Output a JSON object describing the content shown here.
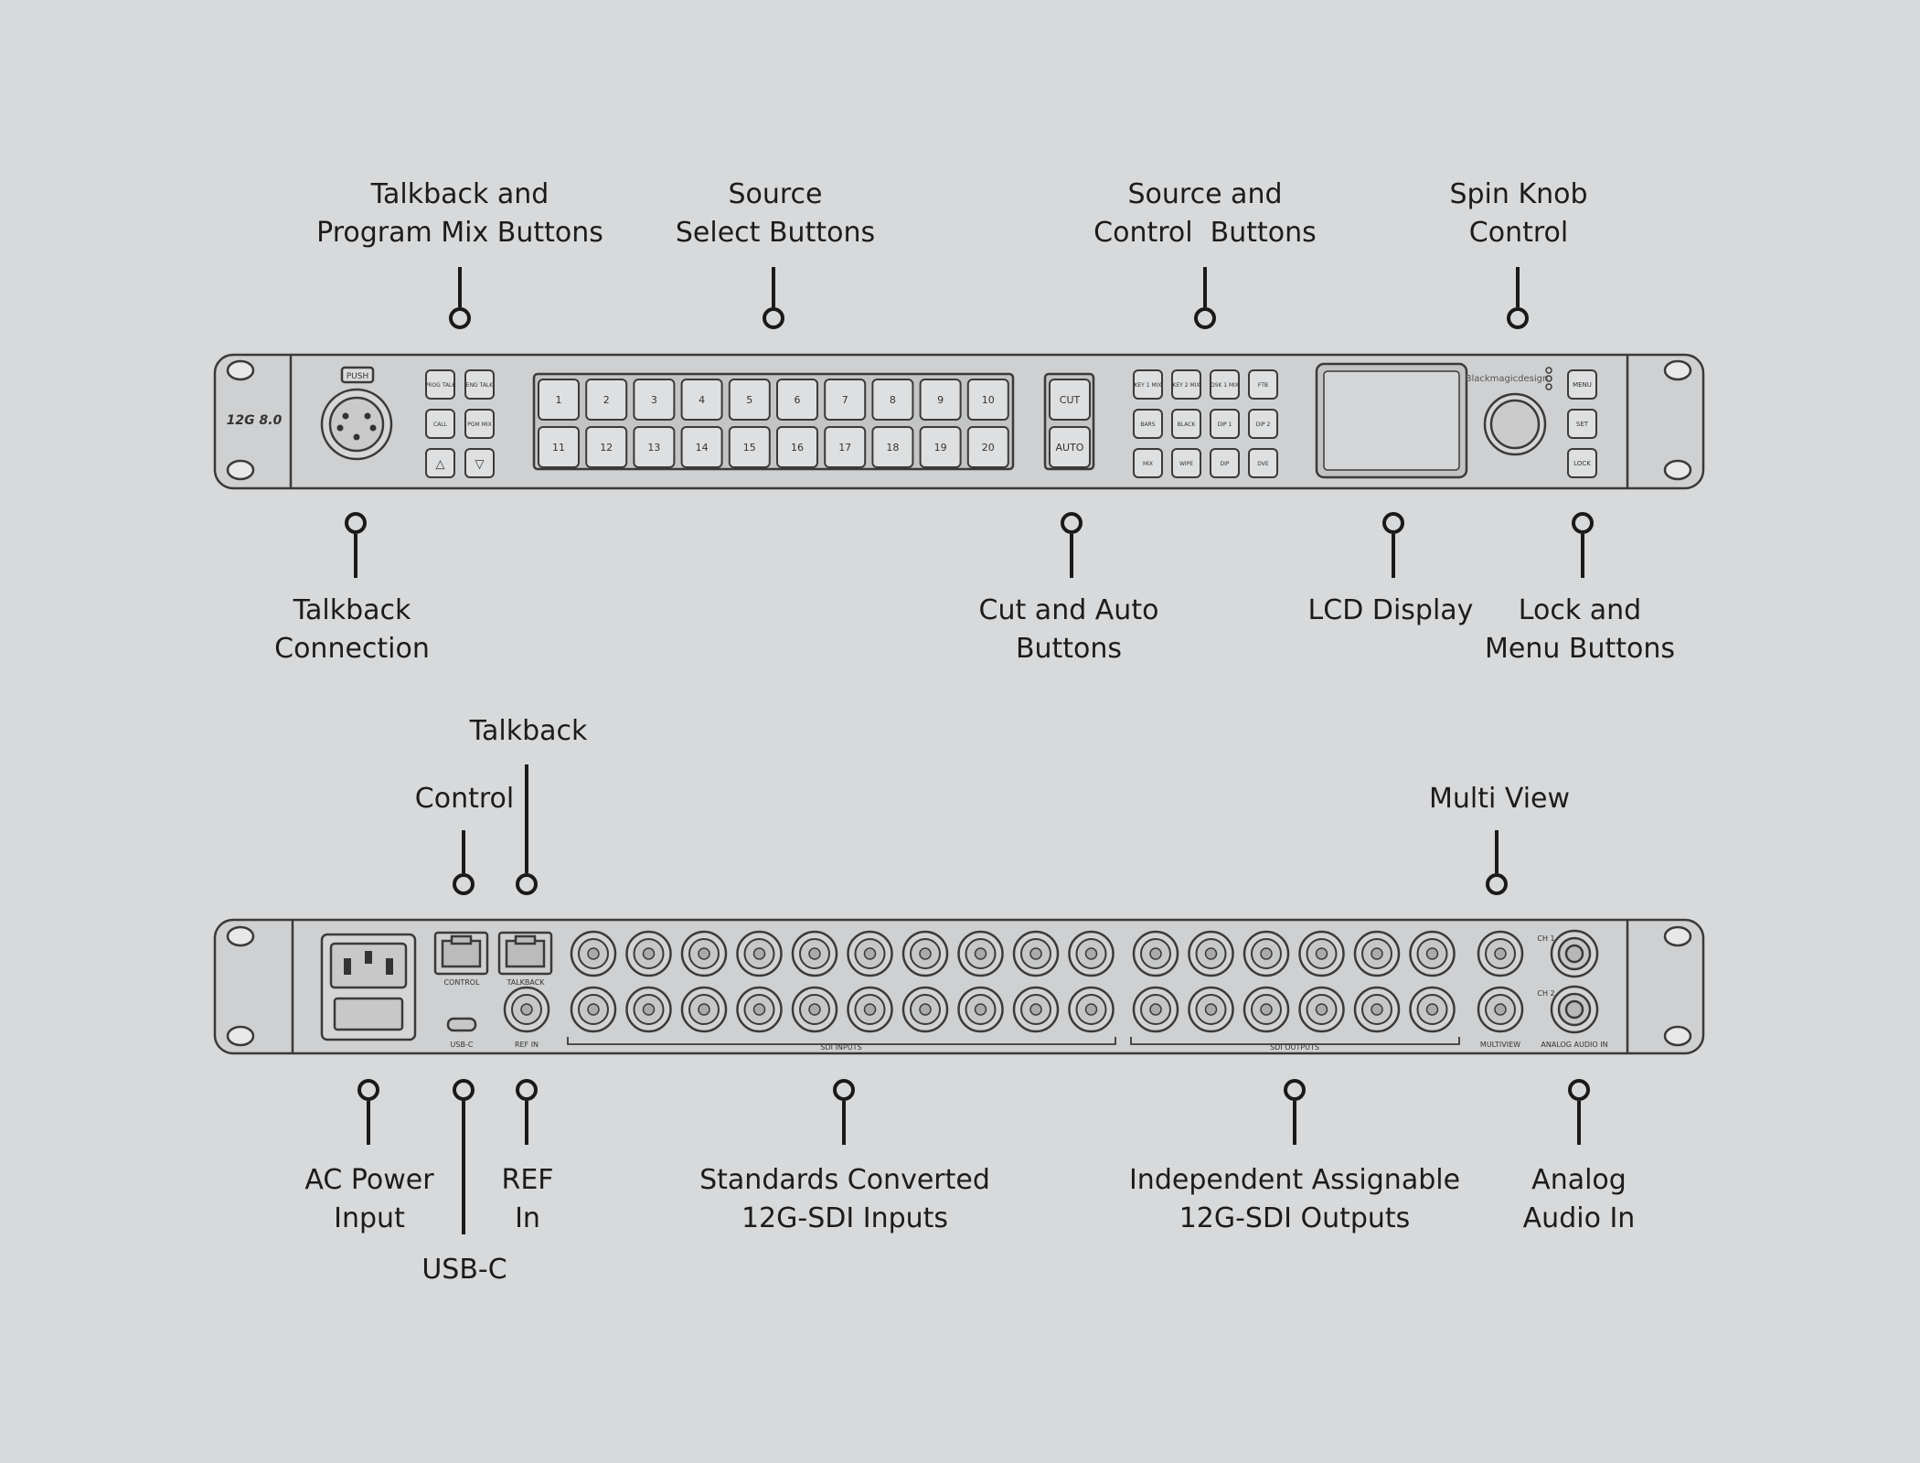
{
  "front_panel": {
    "model_badge": "12G 8.0",
    "xlr_push_label": "PUSH",
    "left_buttons": [
      "PROG TALK",
      "ENG TALK",
      "CALL",
      "PGM MIX",
      "△",
      "▽"
    ],
    "source_buttons": [
      "1",
      "2",
      "3",
      "4",
      "5",
      "6",
      "7",
      "8",
      "9",
      "10",
      "11",
      "12",
      "13",
      "14",
      "15",
      "16",
      "17",
      "18",
      "19",
      "20"
    ],
    "transition_buttons": [
      "CUT",
      "AUTO"
    ],
    "control_buttons": [
      "KEY 1 MIX",
      "KEY 2 MIX",
      "DSK 1 MIX",
      "FTB",
      "BARS",
      "BLACK",
      "DIP 1",
      "DIP 2",
      "MIX",
      "WIPE",
      "DIP",
      "DVE"
    ],
    "brand": "Blackmagicdesign",
    "menu_buttons": [
      "MENU",
      "SET",
      "LOCK"
    ]
  },
  "rear_panel": {
    "control_port_label": "CONTROL",
    "talkback_port_label": "TALKBACK",
    "usb_label": "USB-C",
    "ref_label": "REF IN",
    "inputs_label": "SDI INPUTS",
    "outputs_label": "SDI OUTPUTS",
    "multiview_label": "MULTIVIEW",
    "audio_label": "ANALOG AUDIO IN",
    "audio_channels": [
      "CH 1",
      "CH 2"
    ]
  },
  "callouts": {
    "talkback_program_mix": [
      "Talkback and",
      "Program Mix Buttons"
    ],
    "source_select": [
      "Source",
      "Select Buttons"
    ],
    "source_control": [
      "Source and",
      "Control  Buttons"
    ],
    "spin_knob": [
      "Spin Knob",
      "Control"
    ],
    "talkback_connection": [
      "Talkback",
      "Connection"
    ],
    "cut_auto": [
      "Cut and Auto",
      "Buttons"
    ],
    "lcd_display": [
      "LCD Display"
    ],
    "lock_menu": [
      "Lock and",
      "Menu Buttons"
    ],
    "rear_talkback": [
      "Talkback"
    ],
    "rear_control": [
      "Control"
    ],
    "multi_view": [
      "Multi View"
    ],
    "ac_power": [
      "AC Power",
      "Input"
    ],
    "usb_c": [
      "USB-C"
    ],
    "ref_in": [
      "REF",
      "In"
    ],
    "sdi_inputs": [
      "Standards Converted",
      "12G-SDI Inputs"
    ],
    "sdi_outputs": [
      "Independent Assignable",
      "12G-SDI Outputs"
    ],
    "analog_audio": [
      "Analog",
      "Audio In"
    ]
  }
}
